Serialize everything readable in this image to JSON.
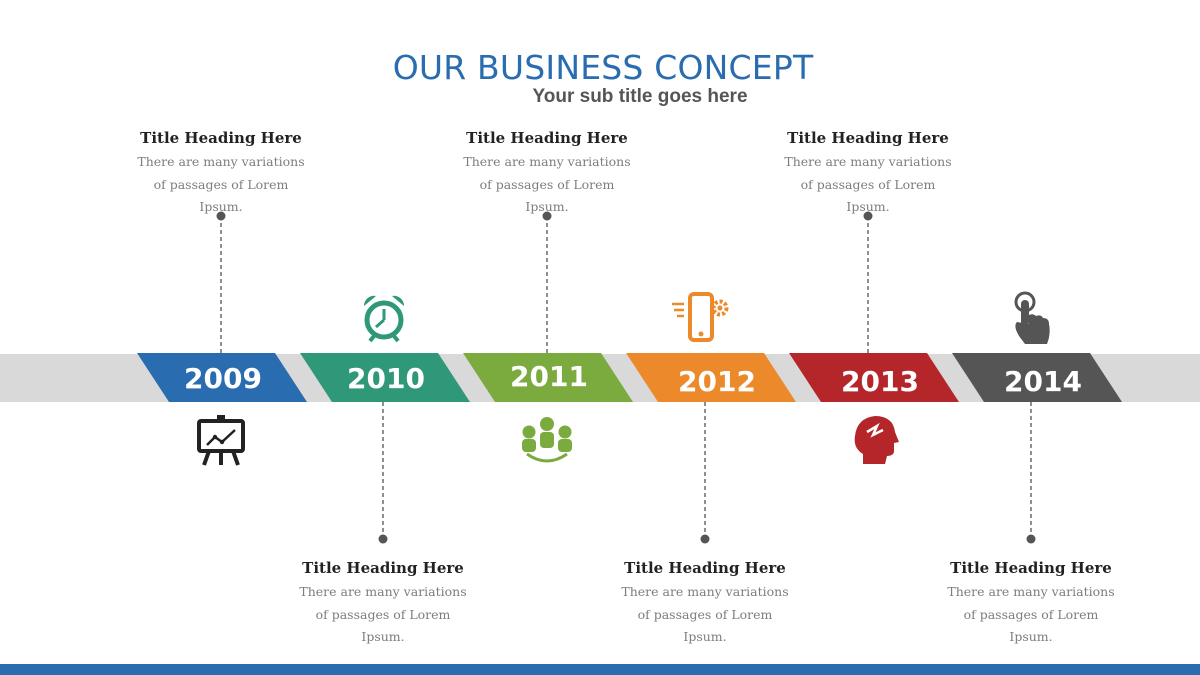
{
  "slide": {
    "title": "OUR BUSINESS CONCEPT",
    "subtitle": "Your sub title goes here"
  },
  "colors": {
    "band": "#d9d9d9",
    "connector": "#555555",
    "bottom_bar": "#2a6cb0",
    "title": "#2a6cb0"
  },
  "milestones": [
    {
      "year": "2009",
      "color": "#2a6cb0",
      "icon": "presentation-board-icon",
      "icon_color": "#222222",
      "text_position": "above",
      "heading": "Title Heading Here",
      "body": "There are many variations of passages of Lorem Ipsum."
    },
    {
      "year": "2010",
      "color": "#2f9878",
      "icon": "alarm-clock-icon",
      "icon_color": "#2f9878",
      "text_position": "below",
      "heading": "Title Heading Here",
      "body": "There are many variations of passages of Lorem Ipsum."
    },
    {
      "year": "2011",
      "color": "#7bab3e",
      "icon": "team-group-icon",
      "icon_color": "#7bab3e",
      "text_position": "above",
      "heading": "Title Heading Here",
      "body": "There are many variations of passages of Lorem Ipsum."
    },
    {
      "year": "2012",
      "color": "#ec8a2b",
      "icon": "smartphone-settings-icon",
      "icon_color": "#ec8a2b",
      "text_position": "below",
      "heading": "Title Heading Here",
      "body": "There are many variations of passages of Lorem Ipsum."
    },
    {
      "year": "2013",
      "color": "#b5262b",
      "icon": "head-idea-icon",
      "icon_color": "#b5262b",
      "text_position": "above",
      "heading": "Title Heading Here",
      "body": "There are many variations of passages of Lorem Ipsum."
    },
    {
      "year": "2014",
      "color": "#555555",
      "icon": "touch-hand-icon",
      "icon_color": "#555555",
      "text_position": "below",
      "heading": "Title Heading Here",
      "body": "There are many variations of passages of Lorem Ipsum."
    }
  ]
}
